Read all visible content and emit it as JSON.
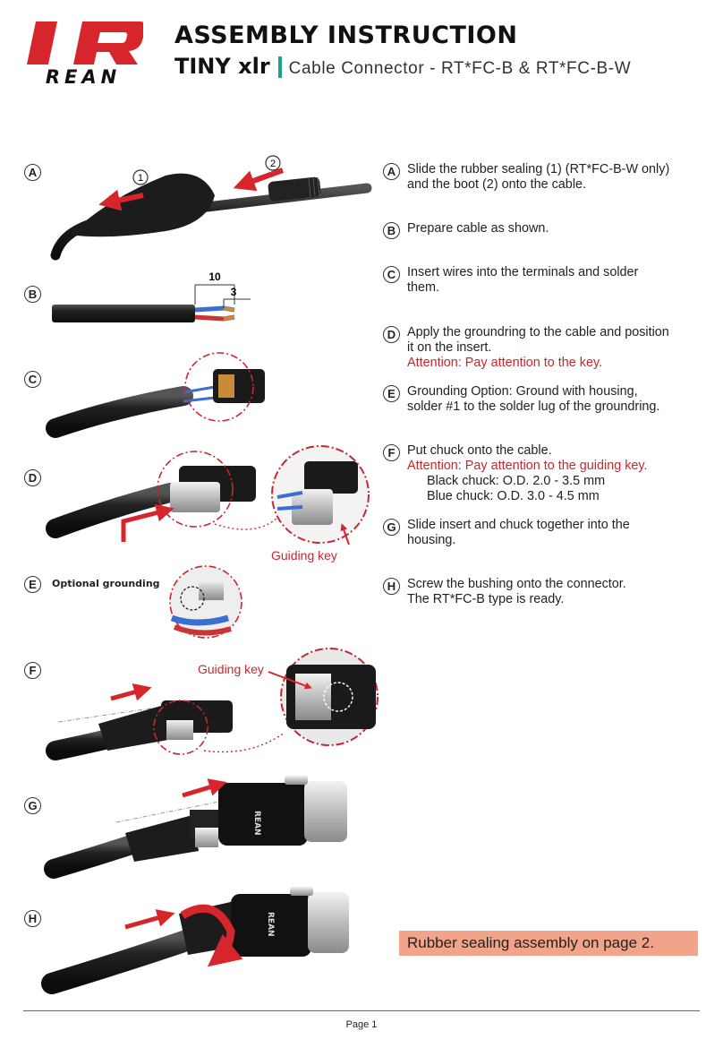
{
  "header": {
    "logo_wordmark": "REAN",
    "title": "ASSEMBLY INSTRUCTION",
    "product": "TINY xlr",
    "description": "Cable Connector - RT*FC-B & RT*FC-B-W"
  },
  "colors": {
    "accent": "#1aa38a",
    "attention": "#c6282f",
    "brand_red": "#d6262c",
    "note_bg": "#f2a48a"
  },
  "steps": [
    {
      "letter": "A",
      "lines": [
        "Slide the rubber sealing (1) (RT*FC-B-W only)",
        "and the boot (2) onto the cable."
      ]
    },
    {
      "letter": "B",
      "lines": [
        "Prepare cable as shown."
      ]
    },
    {
      "letter": "C",
      "lines": [
        "Insert wires into the terminals and solder",
        "them."
      ]
    },
    {
      "letter": "D",
      "lines": [
        "Apply the groundring to the cable and position",
        "it on the insert."
      ],
      "attention": "Attention:  Pay attention to the key."
    },
    {
      "letter": "E",
      "lines": [
        "Grounding Option: Ground with housing,",
        "solder #1 to the solder lug of the groundring."
      ]
    },
    {
      "letter": "F",
      "lines": [
        "Put chuck onto the cable."
      ],
      "attention": "Attention:  Pay attention to the guiding key.",
      "specs": [
        "Black chuck: O.D. 2.0 - 3.5 mm",
        "Blue chuck:  O.D. 3.0 - 4.5 mm"
      ]
    },
    {
      "letter": "G",
      "lines": [
        "Slide insert and chuck together into the",
        "housing."
      ]
    },
    {
      "letter": "H",
      "lines": [
        "Screw the bushing onto the connector.",
        "The RT*FC-B type is ready."
      ]
    }
  ],
  "illustrations": {
    "step_a": {
      "arrow1_label": "1",
      "arrow2_label": "2"
    },
    "step_b": {
      "dim_total": "10",
      "dim_strip": "3"
    },
    "step_d": {
      "callout": "Guiding key"
    },
    "step_e": {
      "label": "Optional grounding"
    },
    "step_f": {
      "callout": "Guiding key"
    },
    "connector_brand": "REAN"
  },
  "note": "Rubber sealing assembly on page 2.",
  "footer": {
    "page": "Page 1"
  }
}
